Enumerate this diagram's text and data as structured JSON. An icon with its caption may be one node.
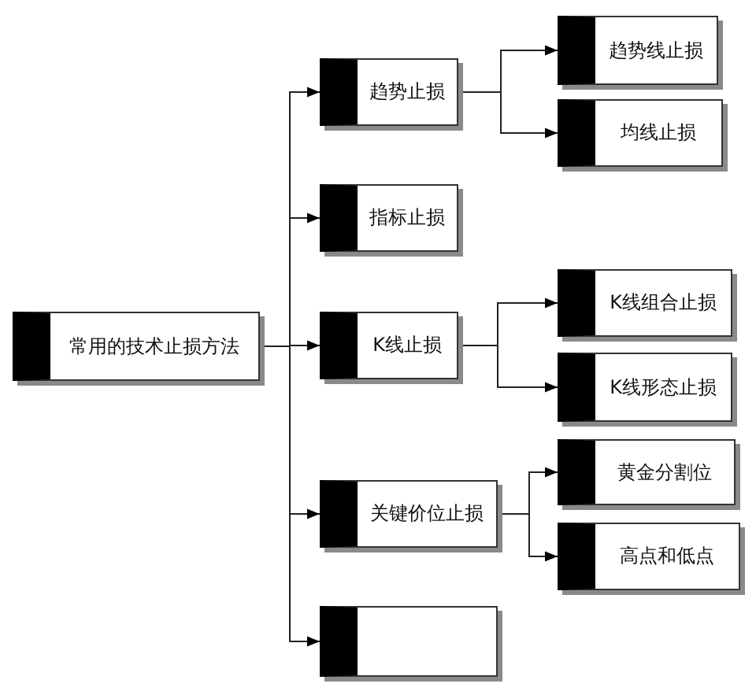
{
  "diagram": {
    "nodes": [
      {
        "text": [
          "常用的技术止损方法"
        ]
      },
      {
        "text": [
          "趋势止损"
        ]
      },
      {
        "text": [
          "指标止损"
        ]
      },
      {
        "text": [
          "K线止损"
        ]
      },
      {
        "text": [
          "关键价位止损"
        ]
      },
      {
        "text": [],
        "shape": "box"
      },
      {
        "text": [
          "趋势线止损"
        ]
      },
      {
        "text": [
          "均线止损"
        ]
      },
      {
        "text": [
          "K线组合止损"
        ]
      },
      {
        "text": [
          "K线形态止损"
        ]
      },
      {
        "text": [
          "黄金分割位"
        ]
      },
      {
        "text": [
          "高点和低点"
        ]
      }
    ],
    "edges": [
      {
        "from": 0,
        "to": 1,
        "arrow": "to"
      },
      {
        "from": 0,
        "to": 2,
        "arrow": "to"
      },
      {
        "from": 0,
        "to": 3,
        "arrow": "to"
      },
      {
        "from": 0,
        "to": 4,
        "arrow": "to"
      },
      {
        "from": 0,
        "to": 5,
        "arrow": "to"
      },
      {
        "from": 1,
        "to": 6,
        "arrow": "to"
      },
      {
        "from": 1,
        "to": 7,
        "arrow": "to"
      },
      {
        "from": 3,
        "to": 8,
        "arrow": "to"
      },
      {
        "from": 3,
        "to": 9,
        "arrow": "to"
      },
      {
        "from": 4,
        "to": 10,
        "arrow": "to"
      },
      {
        "from": 4,
        "to": 11,
        "arrow": "to"
      }
    ]
  }
}
